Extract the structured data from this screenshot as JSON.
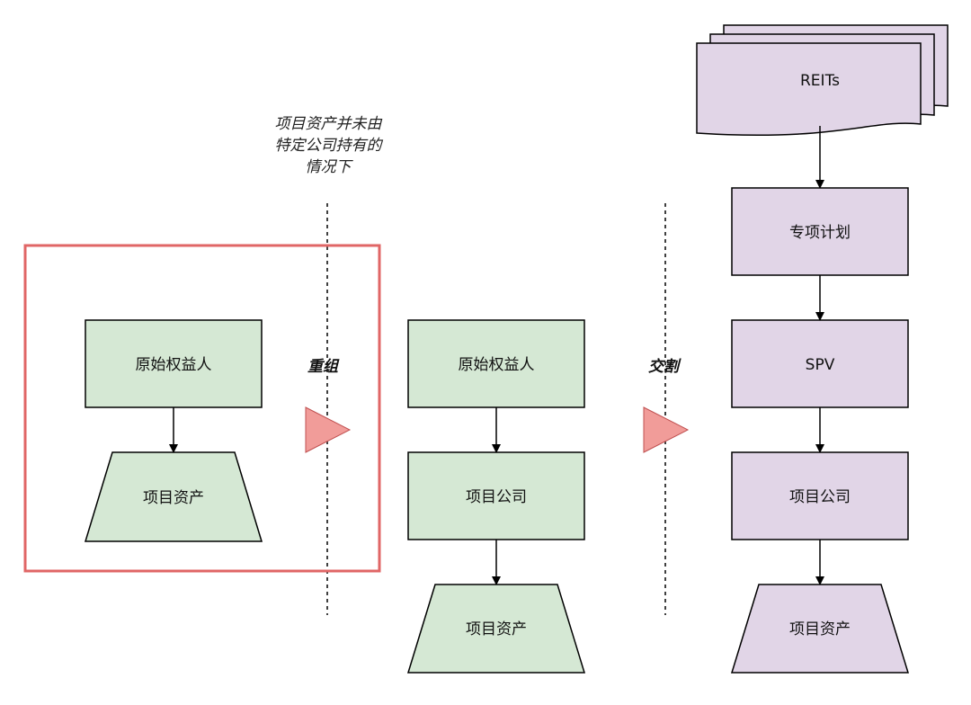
{
  "note": {
    "line1": "项目资产并未由",
    "line2": "特定公司持有的",
    "line3": "情况下"
  },
  "steps": {
    "reorganize": "重组",
    "deliver": "交割"
  },
  "left": {
    "holder": "原始权益人",
    "asset": "项目资产"
  },
  "middle": {
    "holder": "原始权益人",
    "company": "项目公司",
    "asset": "项目资产"
  },
  "right": {
    "reits": "REITs",
    "plan": "专项计划",
    "spv": "SPV",
    "company": "项目公司",
    "asset": "项目资产"
  },
  "colors": {
    "green_fill": "#d5e8d4",
    "purple_fill": "#e1d5e7",
    "highlight_border": "#e06666",
    "triangle_fill": "#f19c99"
  }
}
